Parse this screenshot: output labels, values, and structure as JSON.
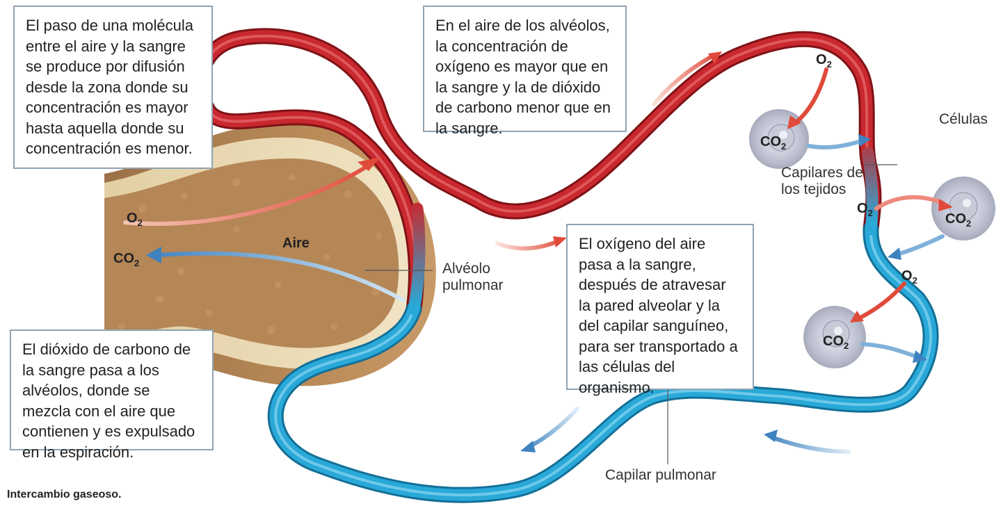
{
  "boxes": {
    "diffusion": "El paso de una molécula entre el aire y la sangre se produce por difusión desde la zona donde su concentración es mayor hasta aquella donde su concentración es menor.",
    "alveolar_air": "En el aire de los alvéolos, la concentración de oxígeno es mayor que en la sangre y la de dióxido de carbono menor que en la sangre.",
    "oxygen_path": "El oxígeno del aire pasa a la sangre, después de atravesar la pared alveolar y la del capilar sanguíneo, para ser transportado a las células del organismo.",
    "co2_path": "El dióxido de carbono de la sangre pasa a los alvéolos, donde se mezcla con el aire que contienen y es expulsado en la espiración."
  },
  "labels": {
    "air": "Aire",
    "alveolus": "Alvéolo pulmonar",
    "cells": "Células",
    "tissue_capillaries": "Capilares de los tejidos",
    "pulmonary_capillary": "Capilar pulmonar"
  },
  "chem": {
    "o2": "O",
    "co2": "CO",
    "sub": "2"
  },
  "caption": "Intercambio gaseoso.",
  "colors": {
    "oxygenated_blood": "#c8282e",
    "deoxygenated_blood": "#29a9d8",
    "o2_arrow": "#e04a3a",
    "co2_arrow": "#3f82c0",
    "tissue": "#b88a58",
    "wall": "#e9d7b1"
  }
}
